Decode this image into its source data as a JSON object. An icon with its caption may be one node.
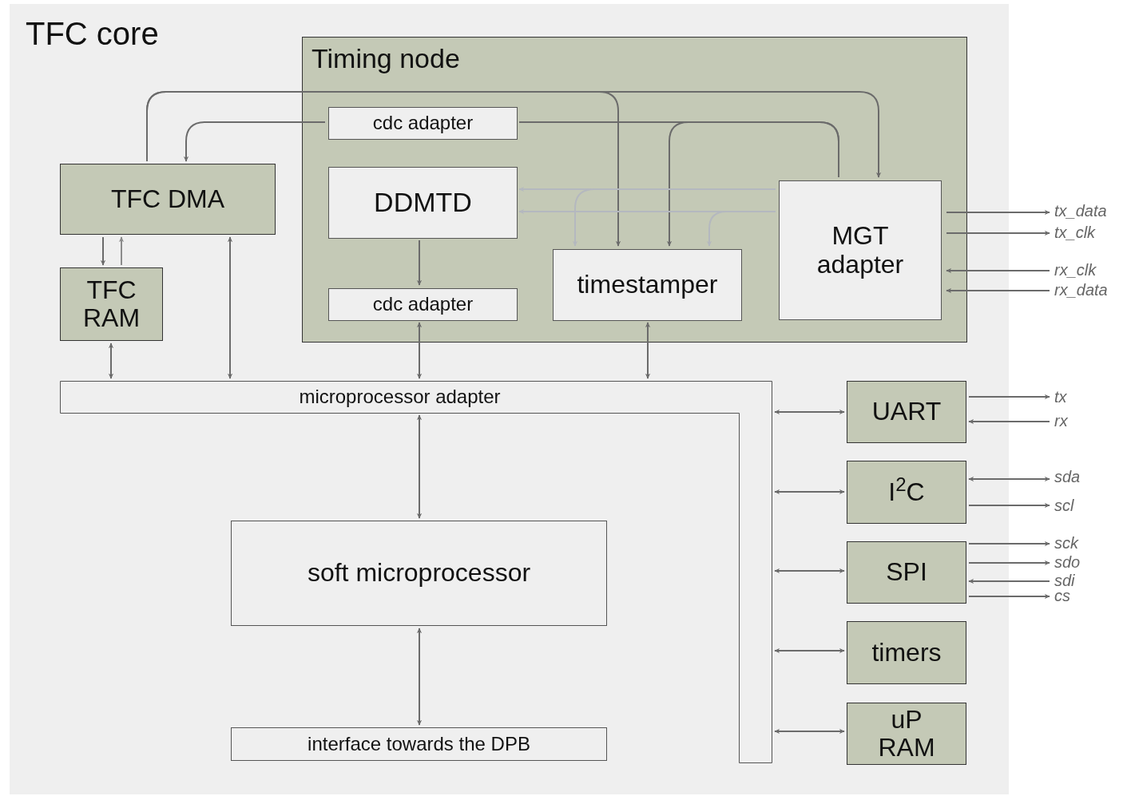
{
  "diagram": {
    "nodes": [
      {
        "text": [
          "TFC core"
        ]
      },
      {
        "text": [
          "Timing node"
        ],
        "in": 0
      },
      {
        "text": [
          "cdc adapter"
        ],
        "in": 1
      },
      {
        "text": [
          "DDMTD"
        ],
        "in": 1
      },
      {
        "text": [
          "cdc adapter"
        ],
        "in": 1
      },
      {
        "text": [
          "timestamper"
        ],
        "in": 1
      },
      {
        "text": [
          "MGT adapter"
        ],
        "in": 1
      },
      {
        "text": [
          "TFC DMA"
        ],
        "in": 0
      },
      {
        "text": [
          "TFC RAM"
        ],
        "in": 0
      },
      {
        "text": [
          "microprocessor adapter"
        ],
        "in": 0
      },
      {
        "text": [
          "soft microprocessor"
        ],
        "in": 0
      },
      {
        "text": [
          "interface towards the DPB"
        ],
        "in": 0
      },
      {
        "text": [
          "UART"
        ],
        "in": 0
      },
      {
        "text": [
          "I$^{2}$C"
        ],
        "in": 0
      },
      {
        "text": [
          "SPI"
        ],
        "in": 0
      },
      {
        "text": [
          "timers"
        ],
        "in": 0
      },
      {
        "text": [
          "uP RAM"
        ],
        "in": 0
      },
      {
        "text": [
          "tx_data"
        ]
      },
      {
        "text": [
          "tx_clk"
        ]
      },
      {
        "text": [
          "rx_clk"
        ]
      },
      {
        "text": [
          "rx_data"
        ]
      },
      {
        "text": [
          "tx"
        ]
      },
      {
        "text": [
          "rx"
        ]
      },
      {
        "text": [
          "sda"
        ]
      },
      {
        "text": [
          "scl"
        ]
      },
      {
        "text": [
          "sck"
        ]
      },
      {
        "text": [
          "sdo"
        ]
      },
      {
        "text": [
          "sdi"
        ]
      },
      {
        "text": [
          "cs"
        ]
      }
    ],
    "edges": [
      {
        "from": 7,
        "to": 5,
        "arrow": "to"
      },
      {
        "from": 7,
        "to": 6,
        "arrow": "to"
      },
      {
        "from": 2,
        "to": 7,
        "arrow": "to"
      },
      {
        "from": 6,
        "to": 2,
        "arrow": "none"
      },
      {
        "from": 6,
        "to": 5,
        "arrow": "to"
      },
      {
        "from": 6,
        "to": 3,
        "arrow": "to",
        "color": "#b4b8bf"
      },
      {
        "from": 6,
        "to": 3,
        "arrow": "to",
        "color": "#b4b8bf"
      },
      {
        "from": 6,
        "to": 5,
        "arrow": "to",
        "color": "#b4b8bf"
      },
      {
        "from": 6,
        "to": 5,
        "arrow": "to",
        "color": "#b4b8bf"
      },
      {
        "from": 3,
        "to": 4,
        "arrow": "to"
      },
      {
        "from": 7,
        "to": 8,
        "arrow": "to"
      },
      {
        "from": 8,
        "to": 7,
        "arrow": "to",
        "color": "#8c8c8c"
      },
      {
        "from": 8,
        "to": 9,
        "arrow": "both"
      },
      {
        "from": 7,
        "to": 9,
        "arrow": "both"
      },
      {
        "from": 4,
        "to": 9,
        "arrow": "both"
      },
      {
        "from": 5,
        "to": 9,
        "arrow": "both"
      },
      {
        "from": 9,
        "to": 10,
        "arrow": "both"
      },
      {
        "from": 10,
        "to": 11,
        "arrow": "both"
      },
      {
        "from": 9,
        "to": 12,
        "arrow": "both"
      },
      {
        "from": 9,
        "to": 13,
        "arrow": "both"
      },
      {
        "from": 9,
        "to": 14,
        "arrow": "both"
      },
      {
        "from": 9,
        "to": 15,
        "arrow": "both"
      },
      {
        "from": 9,
        "to": 16,
        "arrow": "both"
      },
      {
        "from": 6,
        "to": 17,
        "arrow": "to"
      },
      {
        "from": 6,
        "to": 18,
        "arrow": "to"
      },
      {
        "from": 19,
        "to": 6,
        "arrow": "to"
      },
      {
        "from": 20,
        "to": 6,
        "arrow": "to"
      },
      {
        "from": 12,
        "to": 21,
        "arrow": "to"
      },
      {
        "from": 22,
        "to": 12,
        "arrow": "to"
      },
      {
        "from": 13,
        "to": 23,
        "arrow": "both"
      },
      {
        "from": 13,
        "to": 24,
        "arrow": "to"
      },
      {
        "from": 14,
        "to": 25,
        "arrow": "to"
      },
      {
        "from": 14,
        "to": 26,
        "arrow": "to"
      },
      {
        "from": 27,
        "to": 14,
        "arrow": "to"
      },
      {
        "from": 14,
        "to": 28,
        "arrow": "to"
      }
    ]
  }
}
